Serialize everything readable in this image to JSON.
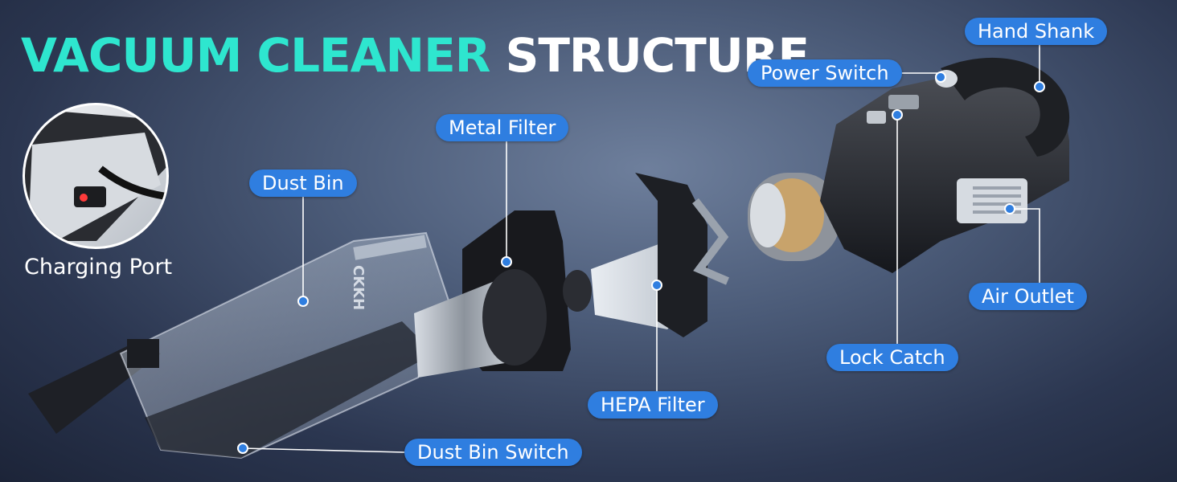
{
  "title": {
    "part1": "VACUUM CLEANER",
    "part2": "STRUCTURE"
  },
  "inset_caption": "Charging Port",
  "brand_mark": "CKKH",
  "labels": {
    "metal_filter": "Metal Filter",
    "dust_bin": "Dust Bin",
    "hepa_filter": "HEPA Filter",
    "dust_bin_switch": "Dust Bin Switch",
    "power_switch": "Power Switch",
    "hand_shank": "Hand Shank",
    "air_outlet": "Air Outlet",
    "lock_catch": "Lock Catch"
  },
  "colors": {
    "accent": "#2ee6cf",
    "label_bg": "#2f7ee0",
    "marker": "#2f7ee0"
  }
}
